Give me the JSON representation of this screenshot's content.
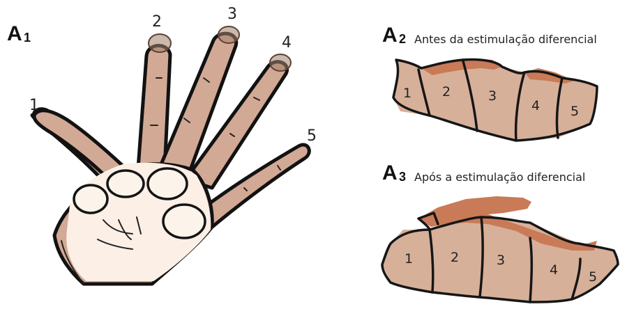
{
  "panels": {
    "hand": {
      "letter": "A",
      "sub": "1"
    },
    "before": {
      "letter": "A",
      "sub": "2",
      "caption": "Antes da estimulação diferencial"
    },
    "after": {
      "letter": "A",
      "sub": "3",
      "caption": "Após a estimulação diferencial"
    }
  },
  "fingers": [
    "1",
    "2",
    "3",
    "4",
    "5"
  ],
  "map_before_regions": [
    "1",
    "2",
    "3",
    "4",
    "5"
  ],
  "map_after_regions": [
    "1",
    "2",
    "3",
    "4",
    "5"
  ],
  "colors": {
    "skin": "#d2a995",
    "palm": "#fbefe6",
    "cortex": "#d7b09a",
    "expanded_area": "#c97a57"
  }
}
